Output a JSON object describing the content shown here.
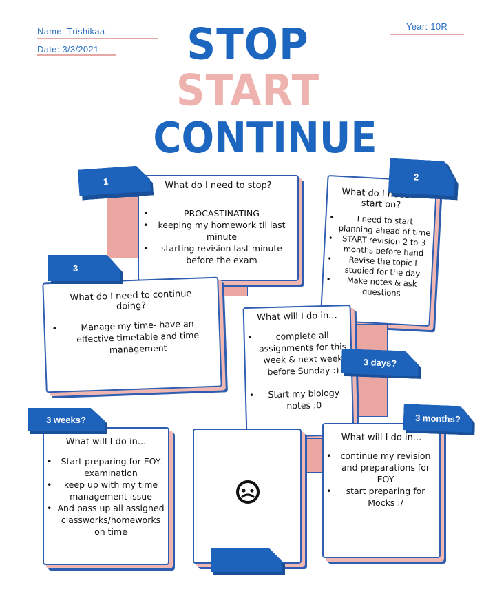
{
  "header": {
    "name": "Name: Trishikaa",
    "date": "Date: 3/3/2021",
    "year": "Year: 10R"
  },
  "title": {
    "stop": "STOP",
    "start": "START",
    "continue": "CONTINUE"
  },
  "box1": {
    "tab": "1",
    "question": "What do I need to stop?",
    "items": [
      "PROCASTINATING",
      "keeping my homework til last minute",
      "starting revision last minute before the exam"
    ]
  },
  "box2": {
    "tab": "2",
    "question": "What do I need to start on?",
    "items": [
      "I need to start planning ahead of time",
      "START revision 2 to 3 months before hand",
      "Revise the topic I studied for the day",
      "Make notes & ask questions"
    ]
  },
  "box3": {
    "tab": "3",
    "question": "What do I need to continue doing?",
    "items": [
      "Manage my time- have an effective timetable and time management"
    ]
  },
  "days": {
    "tab": "3 days?",
    "question": "What will I do in...",
    "items": [
      "complete all assignments for this week & next week before Sunday :)",
      "Start my biology notes :0"
    ]
  },
  "weeks": {
    "tab": "3 weeks?",
    "question": "What will I do in...",
    "items": [
      "Start preparing for EOY examination",
      "keep up with my time management issue",
      "And pass up all assigned classworks/homeworks on time"
    ]
  },
  "months": {
    "tab": "3 months?",
    "question": "What will I do in...",
    "items": [
      "continue my revision and preparations for EOY",
      "start preparing for Mocks :/"
    ]
  },
  "icons": {
    "center": "reload-smile-icon"
  },
  "colors": {
    "blue": "#1e63bb",
    "pink": "#eeb3ae",
    "outline": "#2f5eb0"
  }
}
